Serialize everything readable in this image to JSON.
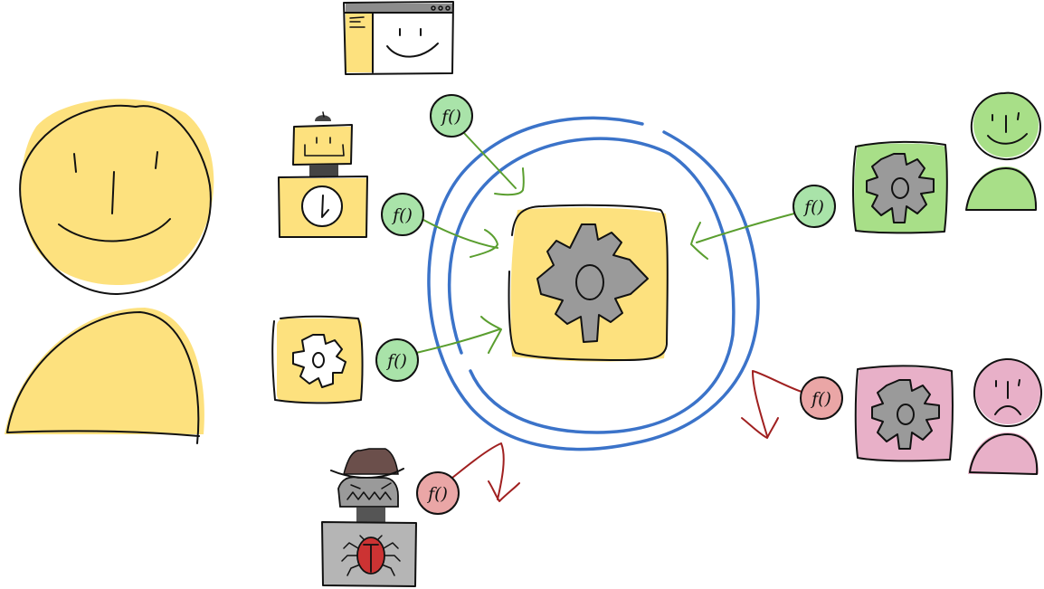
{
  "diagram": {
    "title": "",
    "colors": {
      "yellow": "#fde17e",
      "green": "#a8df88",
      "green_fn": "#a9e3a9",
      "pink": "#e8b0c8",
      "pink_fn": "#eaa6a6",
      "blue_ring": "#3b73c9",
      "green_arrow": "#5a9e2f",
      "red_arrow": "#a02020",
      "gear_gray": "#9a9a9a",
      "dark_gray": "#555555",
      "hat_brown": "#6b4f4b",
      "bug_red": "#cc3333",
      "box_gray": "#b5b5b5"
    },
    "nodes": [
      {
        "id": "owner-user",
        "label": "large happy user (yellow)"
      },
      {
        "id": "web-app",
        "label": "browser window with smiley"
      },
      {
        "id": "scheduler-bot",
        "label": "robot with clock"
      },
      {
        "id": "config-service",
        "label": "yellow gear box (white gear)"
      },
      {
        "id": "core-service",
        "label": "central yellow gear box"
      },
      {
        "id": "green-service",
        "label": "green gear box"
      },
      {
        "id": "green-user",
        "label": "happy user (green)"
      },
      {
        "id": "pink-service",
        "label": "pink gear box"
      },
      {
        "id": "pink-user",
        "label": "sad user (pink)"
      },
      {
        "id": "attacker-bot",
        "label": "hacker robot with bug"
      }
    ],
    "functions": [
      {
        "id": "fn-top",
        "text": "f()",
        "kind": "allowed"
      },
      {
        "id": "fn-bot",
        "text": "f()",
        "kind": "allowed"
      },
      {
        "id": "fn-config",
        "text": "f()",
        "kind": "allowed"
      },
      {
        "id": "fn-green",
        "text": "f()",
        "kind": "allowed"
      },
      {
        "id": "fn-pink",
        "text": "f()",
        "kind": "rejected"
      },
      {
        "id": "fn-attacker",
        "text": "f()",
        "kind": "rejected"
      }
    ],
    "boundary": {
      "label": "double blue ring around core service"
    }
  }
}
